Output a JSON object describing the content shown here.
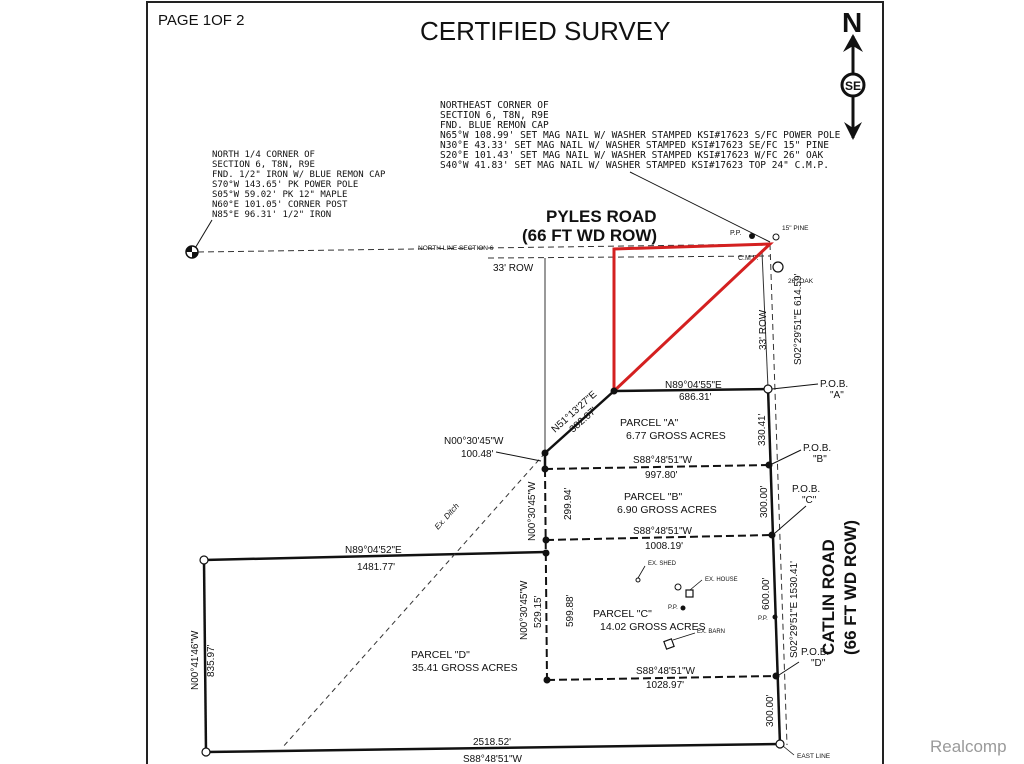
{
  "header": {
    "page": "PAGE 1OF 2",
    "title": "CERTIFIED SURVEY"
  },
  "north_arrow": {
    "letter_n": "N",
    "letter_se": "SE"
  },
  "northeast_corner_note": [
    "NORTHEAST CORNER OF",
    "SECTION 6, T8N, R9E",
    "FND. BLUE REMON CAP",
    "N65°W 108.99' SET MAG NAIL W/ WASHER STAMPED KSI#17623 S/FC POWER POLE",
    "N30°E 43.33' SET MAG NAIL W/ WASHER STAMPED KSI#17623 SE/FC 15\" PINE",
    "S20°E 101.43' SET MAG NAIL W/ WASHER STAMPED KSI#17623 W/FC 26\" OAK",
    "S40°W 41.83' SET MAG NAIL W/ WASHER STAMPED KSI#17623 TOP 24\" C.M.P."
  ],
  "north_quarter_note": [
    "NORTH 1/4 CORNER OF",
    "SECTION 6, T8N, R9E",
    "FND. 1/2\" IRON W/ BLUE REMON CAP",
    "S70°W 143.65' PK POWER POLE",
    "S05°W 59.02' PK 12\" MAPLE",
    "N60°E 101.05' CORNER POST",
    "N85°E 96.31' 1/2\" IRON"
  ],
  "roads": {
    "pyles_name": "PYLES ROAD",
    "pyles_row": "(66 FT WD ROW)",
    "catlin_name": "CATLIN ROAD",
    "catlin_row": "(66 FT WD ROW)",
    "north_line": "NORTH LINE SECTION 6",
    "row_33_h": "33' ROW",
    "row_33_v": "33' ROW",
    "east_line": "EAST LINE"
  },
  "features": {
    "pp_top": "P.P.",
    "pine": "15\" PINE",
    "cmp": "C.M.P.",
    "oak": "26\" OAK",
    "ex_shed": "EX. SHED",
    "ex_house": "EX. HOUSE",
    "ex_barn": "EX. BARN",
    "pp_mid": "P.P.",
    "pp_right": "P.P.",
    "ditch": "Ex. Ditch"
  },
  "pob": {
    "a_title": "P.O.B.",
    "a_letter": "\"A\"",
    "b_title": "P.O.B.",
    "b_letter": "\"B\"",
    "c_title": "P.O.B.",
    "c_letter": "\"C\"",
    "d_title": "P.O.B.",
    "d_letter": "\"D\""
  },
  "parcels": {
    "a_name": "PARCEL \"A\"",
    "a_area": "6.77 GROSS ACRES",
    "b_name": "PARCEL \"B\"",
    "b_area": "6.90 GROSS ACRES",
    "c_name": "PARCEL \"C\"",
    "c_area": "14.02 GROSS ACRES",
    "d_name": "PARCEL \"D\"",
    "d_area": "35.41 GROSS ACRES"
  },
  "bearings": {
    "east_full": "S02°29'51\"E 614.59'",
    "a_top_bearing": "N89°04'55\"E",
    "a_top_dist": "686.31'",
    "diag_bearing": "N51°13'27\"E",
    "diag_dist": "382.07'",
    "west_a_bearing": "N00°30'45\"W",
    "west_a_dist": "100.48'",
    "ab_bearing": "S88°48'51\"W",
    "ab_dist": "997.80'",
    "east_a": "330.41'",
    "west_b_bearing": "N00°30'45\"W",
    "west_b_dist": "299.94'",
    "east_b": "300.00'",
    "bc_bearing": "S88°48'51\"W",
    "bc_dist": "1008.19'",
    "d_top_bearing": "N89°04'52\"E",
    "d_top_dist": "1481.77'",
    "west_c_bearing": "N00°30'45\"W",
    "west_c_dist1": "529.15'",
    "west_c_dist2": "599.88'",
    "east_c": "600.00'",
    "east_lower": "S02°29'51\"E 1530.41'",
    "cd_bearing": "S88°48'51\"W",
    "cd_dist": "1028.97'",
    "d_west_bearing": "N00°41'46\"W",
    "d_west_dist": "835.97'",
    "d_south_dist": "2518.52'",
    "d_south_bearing": "S88°48'51\"W",
    "east_d": "300.00'"
  },
  "watermark": "Realcomp",
  "colors": {
    "highlight": "#d42020",
    "ink": "#111111"
  }
}
